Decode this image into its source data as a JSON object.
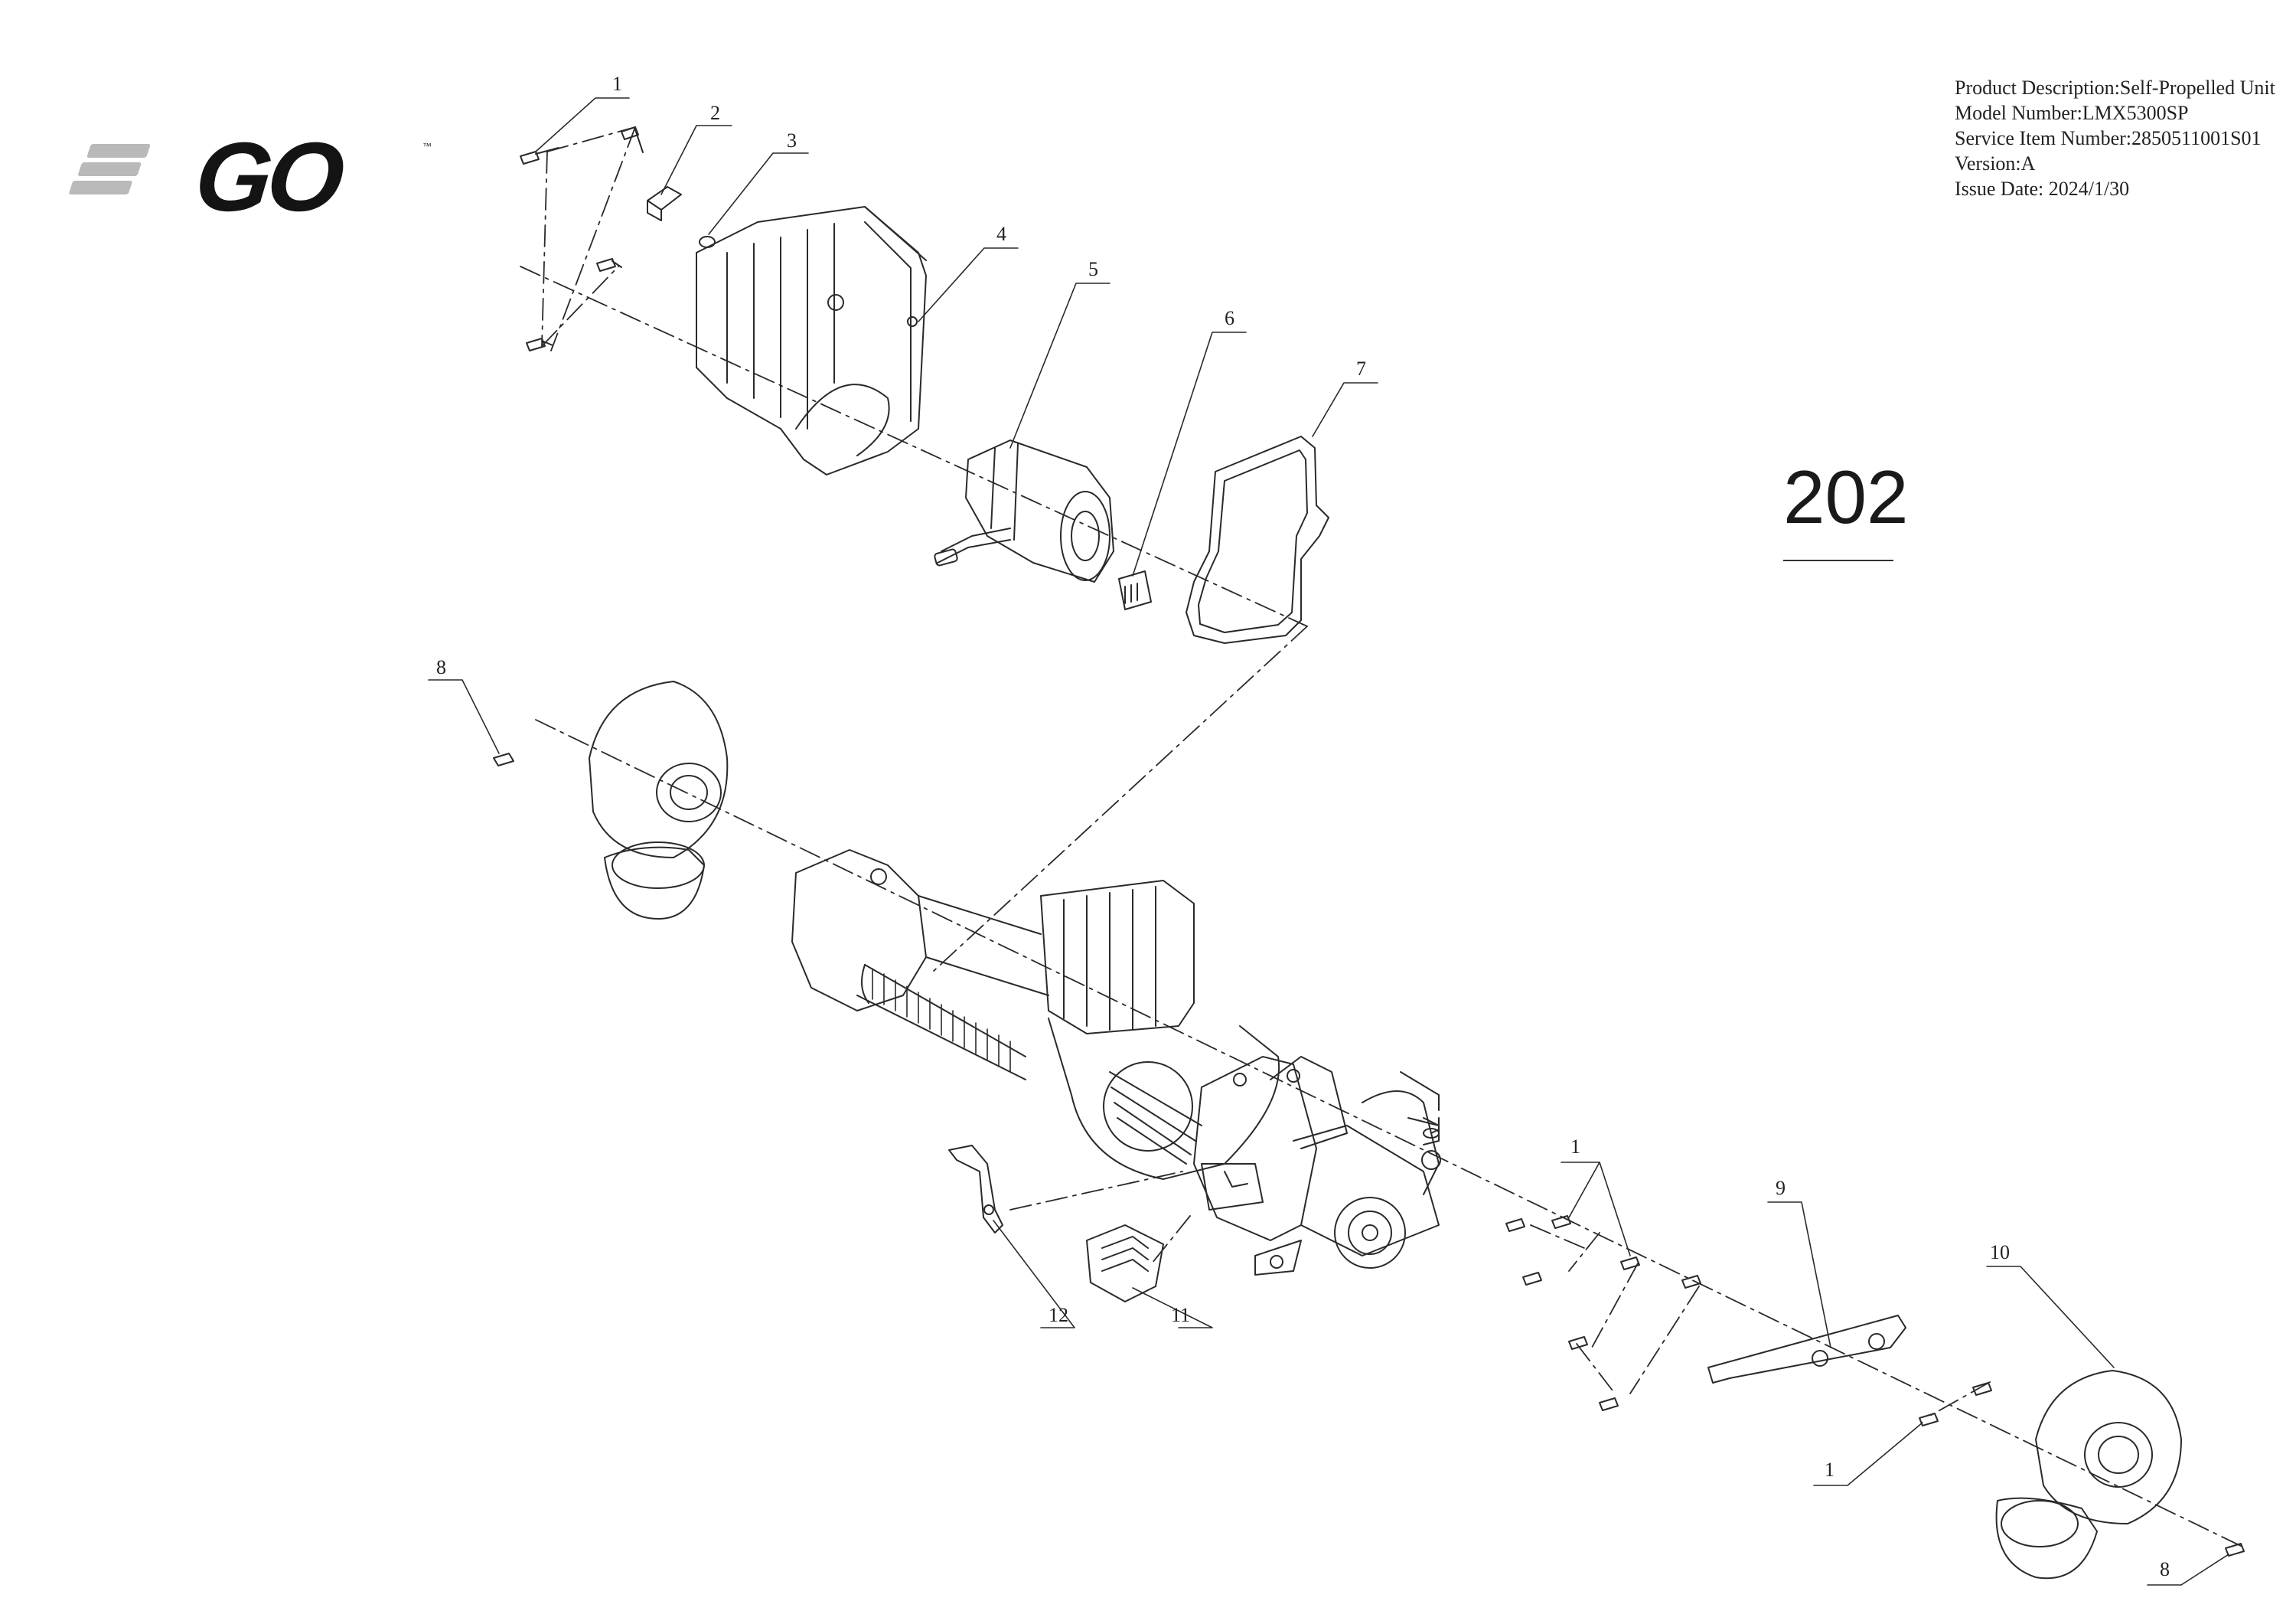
{
  "brand": {
    "logo_text": "GO",
    "trademark": "™"
  },
  "product_info": {
    "description": "Product Description:Self-Propelled Unit",
    "model": "Model Number:LMX5300SP",
    "service_item": "Service Item Number:2850511001S01",
    "version": "Version:A",
    "issue_date": "Issue Date: 2024/1/30"
  },
  "page_number": "202",
  "callouts": {
    "c1a": "1",
    "c2": "2",
    "c3": "3",
    "c4": "4",
    "c5": "5",
    "c6": "6",
    "c7": "7",
    "c8a": "8",
    "c1b": "1",
    "c9": "9",
    "c10": "10",
    "c11": "11",
    "c12": "12",
    "c1c": "1",
    "c8b": "8"
  }
}
